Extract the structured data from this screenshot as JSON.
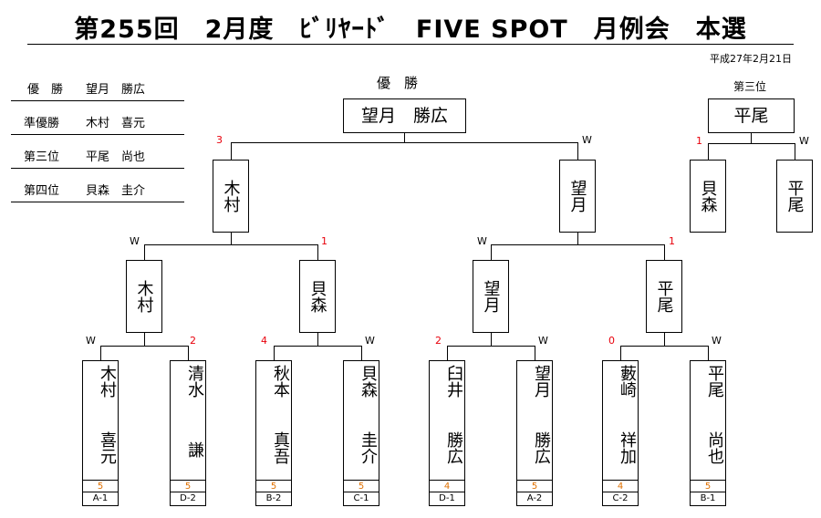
{
  "title": "第255回　2月度　ﾋﾞﾘﾔｰﾄﾞ　FIVE SPOT　月例会　本選",
  "date": "平成27年2月21日",
  "results": [
    {
      "rank": "優　勝",
      "name": "望月　勝広"
    },
    {
      "rank": "準優勝",
      "name": "木村　喜元"
    },
    {
      "rank": "第三位",
      "name": "平尾　尚也"
    },
    {
      "rank": "第四位",
      "name": "貝森　圭介"
    }
  ],
  "final": {
    "label": "優　勝",
    "winner": "望月　勝広"
  },
  "third_place": {
    "label": "第三位",
    "winner": "平尾"
  },
  "semifinals": [
    {
      "name": "木村",
      "mark": "3"
    },
    {
      "name": "望月",
      "mark": "W"
    },
    {
      "name": "貝森",
      "mark": "1"
    },
    {
      "name": "平尾",
      "mark": "W"
    }
  ],
  "quarterfinals": [
    {
      "name": "木村",
      "mark": "W"
    },
    {
      "name": "貝森",
      "mark": "1"
    },
    {
      "name": "望月",
      "mark": "W"
    },
    {
      "name": "平尾",
      "mark": "1"
    }
  ],
  "players": [
    {
      "surname": "木村",
      "given": "喜元",
      "score": "5",
      "seed": "A-1",
      "mark": "W"
    },
    {
      "surname": "清水",
      "given": "謙",
      "score": "5",
      "seed": "D-2",
      "mark": "2"
    },
    {
      "surname": "秋本",
      "given": "真吾",
      "score": "5",
      "seed": "B-2",
      "mark": "4"
    },
    {
      "surname": "貝森",
      "given": "圭介",
      "score": "5",
      "seed": "C-1",
      "mark": "W"
    },
    {
      "surname": "臼井",
      "given": "勝広",
      "score": "4",
      "seed": "D-1",
      "mark": "2"
    },
    {
      "surname": "望月",
      "given": "勝広",
      "score": "5",
      "seed": "A-2",
      "mark": "W"
    },
    {
      "surname": "藪崎",
      "given": "祥加",
      "score": "4",
      "seed": "C-2",
      "mark": "0"
    },
    {
      "surname": "平尾",
      "given": "尚也",
      "score": "5",
      "seed": "B-1",
      "mark": "W"
    }
  ],
  "colors": {
    "win_mark": "#000000",
    "score_mark": "#e8000b",
    "player_score": "#e07000"
  }
}
